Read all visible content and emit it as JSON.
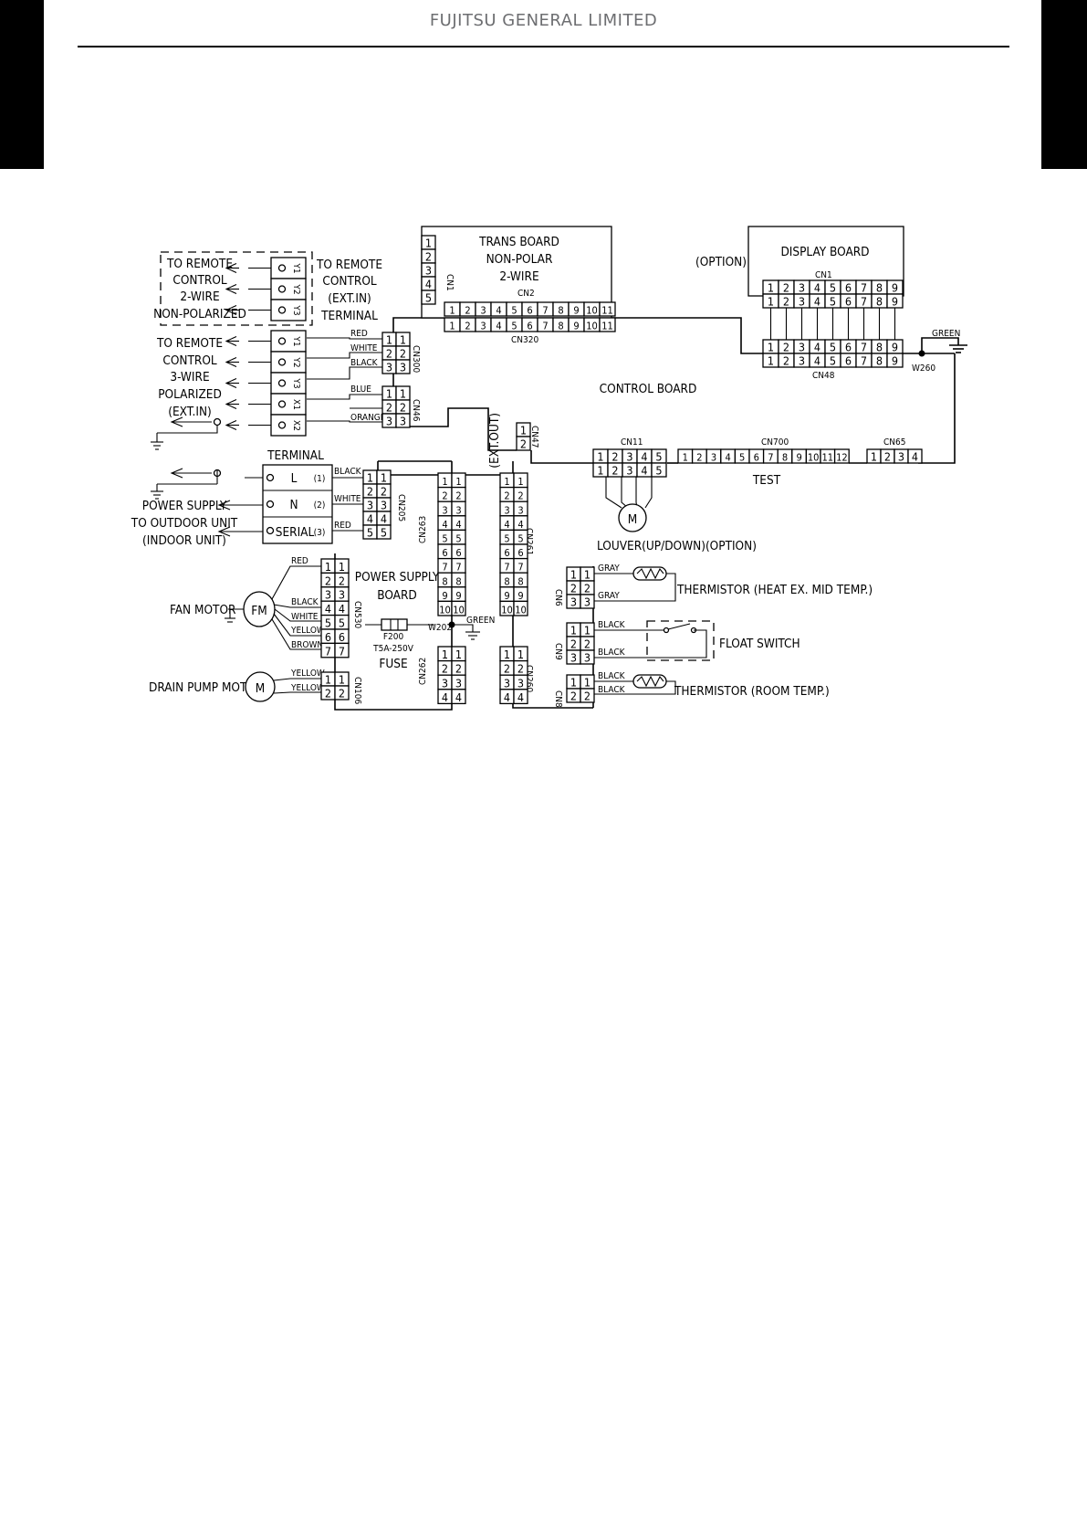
{
  "header": {
    "title": "FUJITSU GENERAL LIMITED"
  },
  "boards": {
    "trans": [
      "TRANS BOARD",
      "NON-POLAR",
      "2-WIRE"
    ],
    "display": "DISPLAY BOARD",
    "option": "(OPTION)",
    "control": "CONTROL BOARD",
    "power": [
      "POWER SUPPLY",
      "BOARD"
    ]
  },
  "connectors": {
    "cn1": "CN1",
    "cn2": "CN2",
    "cn320": "CN320",
    "cn48": "CN48",
    "cn300": "CN300",
    "cn46": "CN46",
    "cn47": "CN47",
    "cn11": "CN11",
    "cn700": "CN700",
    "cn65": "CN65",
    "cn205": "CN205",
    "cn263": "CN263",
    "cn261": "CN261",
    "cn262": "CN262",
    "cn260": "CN260",
    "cn530": "CN530",
    "cn106": "CN106",
    "cn6": "CN6",
    "cn9": "CN9",
    "cn8": "CN8",
    "w260": "W260",
    "w202": "W202"
  },
  "labels": {
    "remote2": [
      "TO REMOTE",
      "CONTROL",
      "2-WIRE",
      "NON-POLARIZED"
    ],
    "remoteTerm": [
      "TO REMOTE",
      "CONTROL",
      "(EXT.IN)",
      "TERMINAL"
    ],
    "remote3": [
      "TO REMOTE",
      "CONTROL",
      "3-WIRE",
      "POLARIZED",
      "(EXT.IN)"
    ],
    "terminal": "TERMINAL",
    "power": [
      "POWER SUPPLY",
      "TO OUTDOOR UNIT",
      "(INDOOR UNIT)"
    ],
    "terminalKeys": [
      "L",
      "N",
      "SERIAL"
    ],
    "terminalNums": [
      "(1)",
      "(2)",
      "(3)"
    ],
    "remoteKeys": [
      "Y1",
      "Y2",
      "Y3",
      "Y1",
      "Y2",
      "Y3",
      "X1",
      "X2"
    ],
    "fanMotor": "FAN MOTOR",
    "fm": "FM",
    "m": "M",
    "drainPump": "DRAIN PUMP MOTOR",
    "louver": "LOUVER(UP/DOWN)(OPTION)",
    "test": "TEST",
    "extOut": "(EXT.OUT)",
    "thermHeat": "THERMISTOR (HEAT EX. MID TEMP.)",
    "floatSwitch": "FLOAT SWITCH",
    "thermRoom": "THERMISTOR (ROOM TEMP.)",
    "fuse": [
      "F200",
      "T5A-250V",
      "FUSE"
    ]
  },
  "wires": {
    "red": "RED",
    "white": "WHITE",
    "black": "BLACK",
    "blue": "BLUE",
    "orange": "ORANGE",
    "green": "GREEN",
    "yellow": "YELLOW",
    "brown": "BROWN",
    "gray": "GRAY"
  },
  "pins": [
    "1",
    "2",
    "3",
    "4",
    "5",
    "6",
    "7",
    "8",
    "9",
    "10",
    "11",
    "12"
  ]
}
